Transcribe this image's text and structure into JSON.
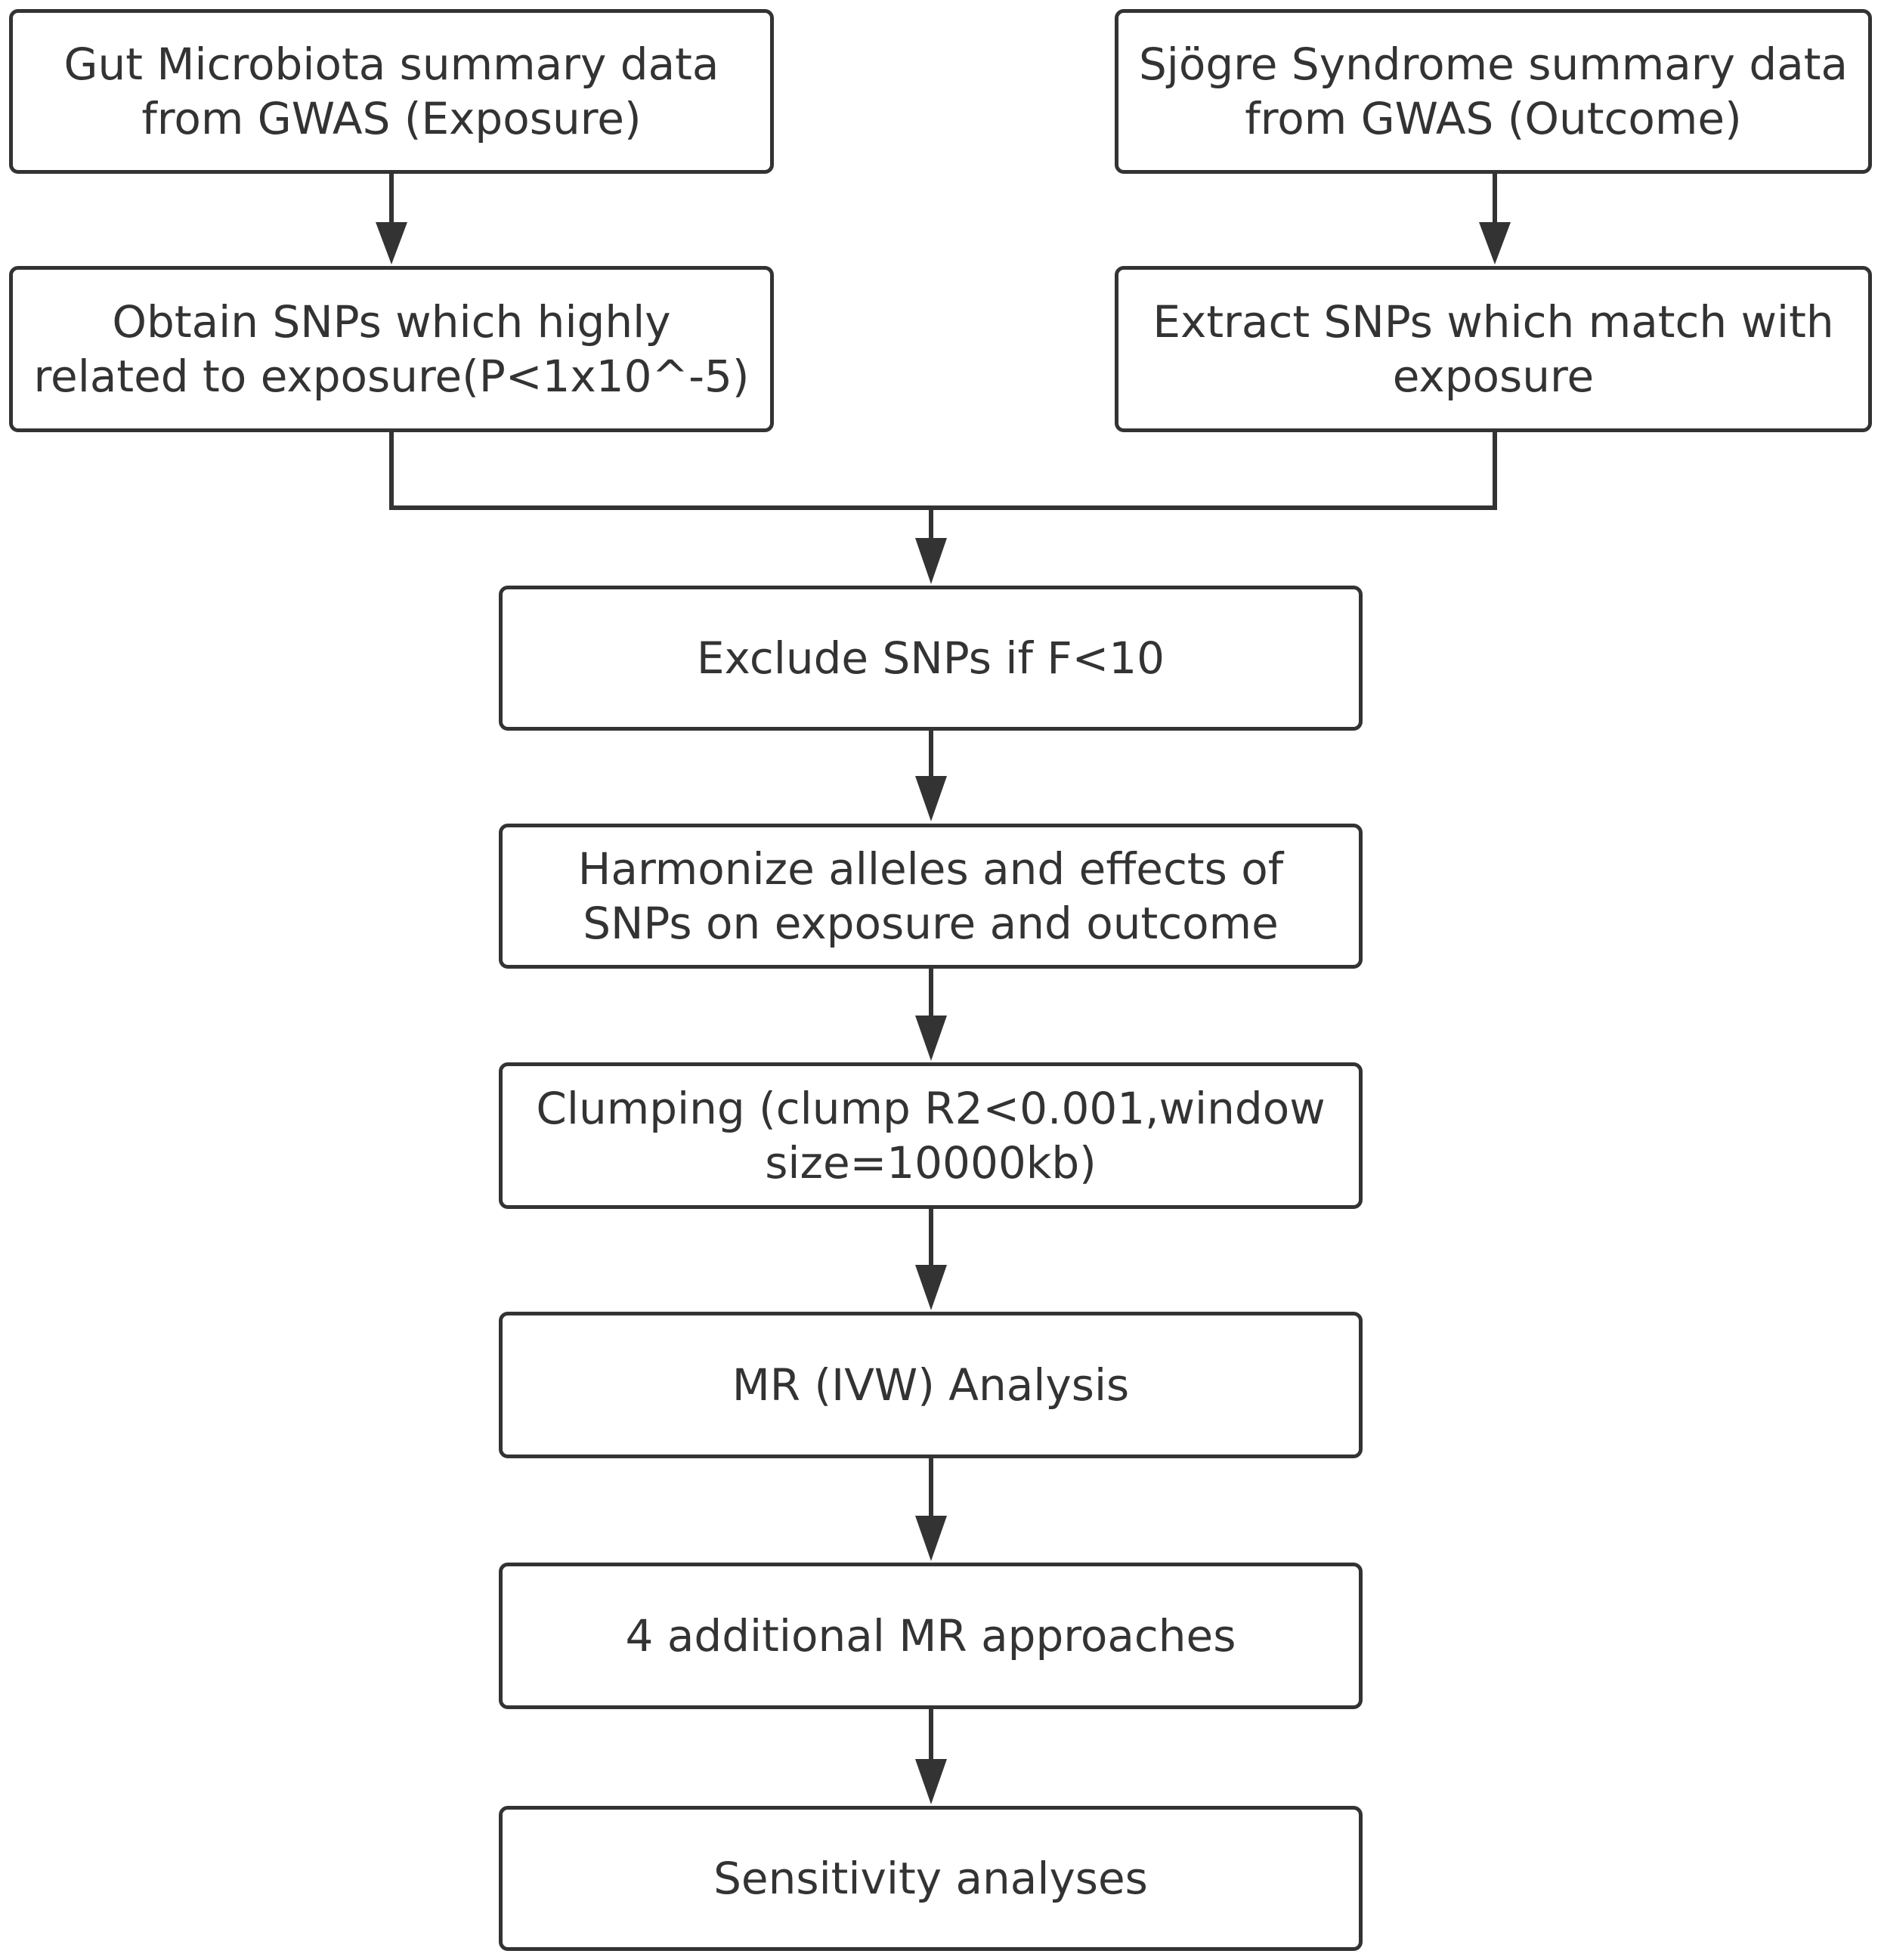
{
  "nodes": {
    "exposure_data": "Gut Microbiota summary data\nfrom GWAS (Exposure)",
    "outcome_data": "Sjögre Syndrome summary data\nfrom GWAS (Outcome)",
    "obtain_snps": "Obtain SNPs which highly\nrelated to exposure(P<1x10^-5)",
    "extract_snps": "Extract SNPs which match with\nexposure",
    "exclude_snps": "Exclude SNPs if F<10",
    "harmonize": "Harmonize alleles and effects of\nSNPs on exposure and outcome",
    "clumping": "Clumping (clump R2<0.001,window\nsize=10000kb)",
    "mr_ivw": "MR (IVW) Analysis",
    "additional_mr": "4 additional MR approaches",
    "sensitivity": "Sensitivity analyses"
  },
  "colors": {
    "stroke": "#333333",
    "background": "#ffffff",
    "text": "#333333"
  }
}
